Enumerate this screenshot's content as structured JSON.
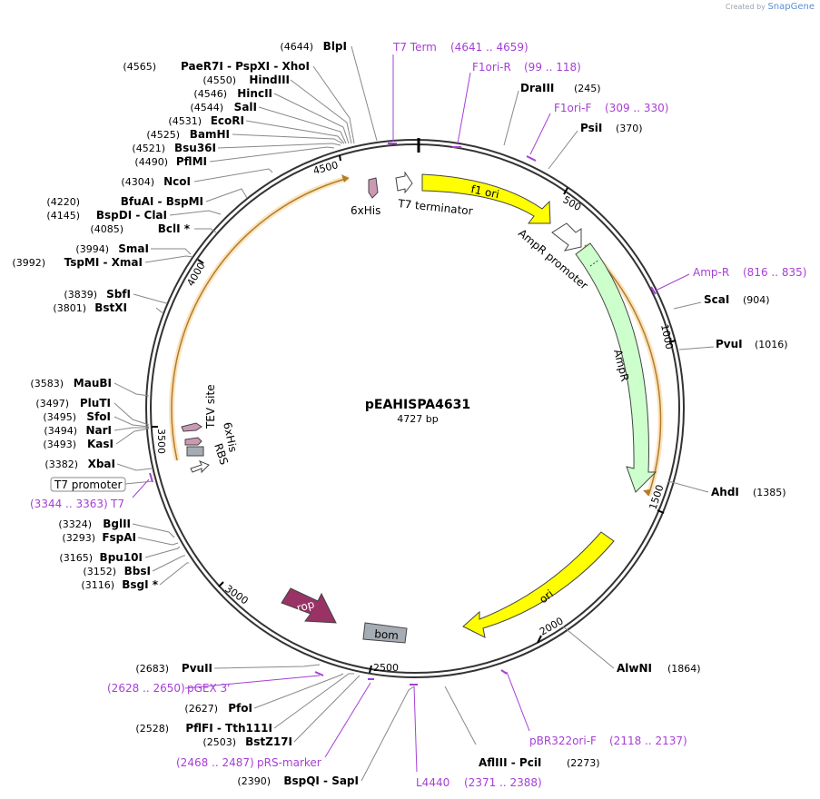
{
  "credit": {
    "prefix": "Created by",
    "brand": "SnapGene"
  },
  "plasmid": {
    "name": "pEAHISPA4631",
    "length_label": "4727 bp",
    "length": 4727
  },
  "ticks": [
    "500",
    "1000",
    "1500",
    "2000",
    "2500",
    "3000",
    "3500",
    "4000",
    "4500"
  ],
  "features": {
    "f1_ori": "f1 ori",
    "ampr_promoter": "AmpR promoter",
    "ampr": "AmpR",
    "ori": "ori",
    "bom": "bom",
    "rop": "rop",
    "t7_terminator": "T7 terminator",
    "his6_top": "6xHis",
    "his6_left": "6xHis",
    "tev_site": "TEV site",
    "rbs": "RBS",
    "t7_promoter": "T7 promoter"
  },
  "sites_left": [
    {
      "pos": "(4644)",
      "name": "BlpI"
    },
    {
      "pos": "(4565)",
      "name": "PaeR7I  - PspXI  - XhoI"
    },
    {
      "pos": "(4550)",
      "name": "HindIII"
    },
    {
      "pos": "(4546)",
      "name": "HincII"
    },
    {
      "pos": "(4544)",
      "name": "SalI"
    },
    {
      "pos": "(4531)",
      "name": "EcoRI"
    },
    {
      "pos": "(4525)",
      "name": "BamHI"
    },
    {
      "pos": "(4521)",
      "name": "Bsu36I"
    },
    {
      "pos": "(4490)",
      "name": "PflMI"
    },
    {
      "pos": "(4304)",
      "name": "NcoI"
    },
    {
      "pos": "(4220)",
      "name": "BfuAI  - BspMI"
    },
    {
      "pos": "(4145)",
      "name": "BspDI  - ClaI"
    },
    {
      "pos": "(4085)",
      "name": "BclI *"
    },
    {
      "pos": "(3994)",
      "name": "SmaI"
    },
    {
      "pos": "(3992)",
      "name": "TspMI  - XmaI"
    },
    {
      "pos": "(3839)",
      "name": "SbfI"
    },
    {
      "pos": "(3801)",
      "name": "BstXI"
    },
    {
      "pos": "(3583)",
      "name": "MauBI"
    },
    {
      "pos": "(3497)",
      "name": "PluTI"
    },
    {
      "pos": "(3495)",
      "name": "SfoI"
    },
    {
      "pos": "(3494)",
      "name": "NarI"
    },
    {
      "pos": "(3493)",
      "name": "KasI"
    },
    {
      "pos": "(3382)",
      "name": "XbaI"
    },
    {
      "pos": "(3324)",
      "name": "BglII"
    },
    {
      "pos": "(3293)",
      "name": "FspAI"
    },
    {
      "pos": "(3165)",
      "name": "Bpu10I"
    },
    {
      "pos": "(3152)",
      "name": "BbsI"
    },
    {
      "pos": "(3116)",
      "name": "BsgI *"
    },
    {
      "pos": "(2683)",
      "name": "PvuII"
    },
    {
      "pos": "(2627)",
      "name": "PfoI"
    },
    {
      "pos": "(2528)",
      "name": "PflFI  - Tth111I"
    },
    {
      "pos": "(2503)",
      "name": "BstZ17I"
    },
    {
      "pos": "(2390)",
      "name": "BspQI  - SapI"
    }
  ],
  "sites_right": [
    {
      "name": "DraIII",
      "pos": "(245)"
    },
    {
      "name": "PsiI",
      "pos": "(370)"
    },
    {
      "name": "ScaI",
      "pos": "(904)"
    },
    {
      "name": "PvuI",
      "pos": "(1016)"
    },
    {
      "name": "AhdI",
      "pos": "(1385)"
    },
    {
      "name": "AlwNI",
      "pos": "(1864)"
    },
    {
      "name": "AflIII  - PciI",
      "pos": "(2273)"
    }
  ],
  "primers": {
    "t7term": {
      "name": "T7 Term",
      "range": "(4641 .. 4659)"
    },
    "f1ori_r": {
      "name": "F1ori-R",
      "range": "(99 .. 118)"
    },
    "f1ori_f": {
      "name": "F1ori-F",
      "range": "(309 .. 330)"
    },
    "amp_r": {
      "name": "Amp-R",
      "range": "(816 .. 835)"
    },
    "pbr322": {
      "name": "pBR322ori-F",
      "range": "(2118 .. 2137)"
    },
    "l4440": {
      "name": "L4440",
      "range": "(2371 .. 2388)"
    },
    "prs": {
      "range": "(2468 .. 2487)",
      "name": "pRS-marker"
    },
    "pgex": {
      "range": "(2628 .. 2650)",
      "name": "pGEX 3'"
    },
    "t7": {
      "range": "(3344 .. 3363)",
      "name": "T7"
    }
  },
  "colors": {
    "backbone": "#333333",
    "f1_ori": "#ffff00",
    "ori": "#ffff00",
    "ampr": "#ccffcc",
    "orf_highlight": "#f5b041",
    "rop": "#993366",
    "bom": "#a6acb3",
    "his": "#cc99b3",
    "primer": "#a63fd6"
  }
}
